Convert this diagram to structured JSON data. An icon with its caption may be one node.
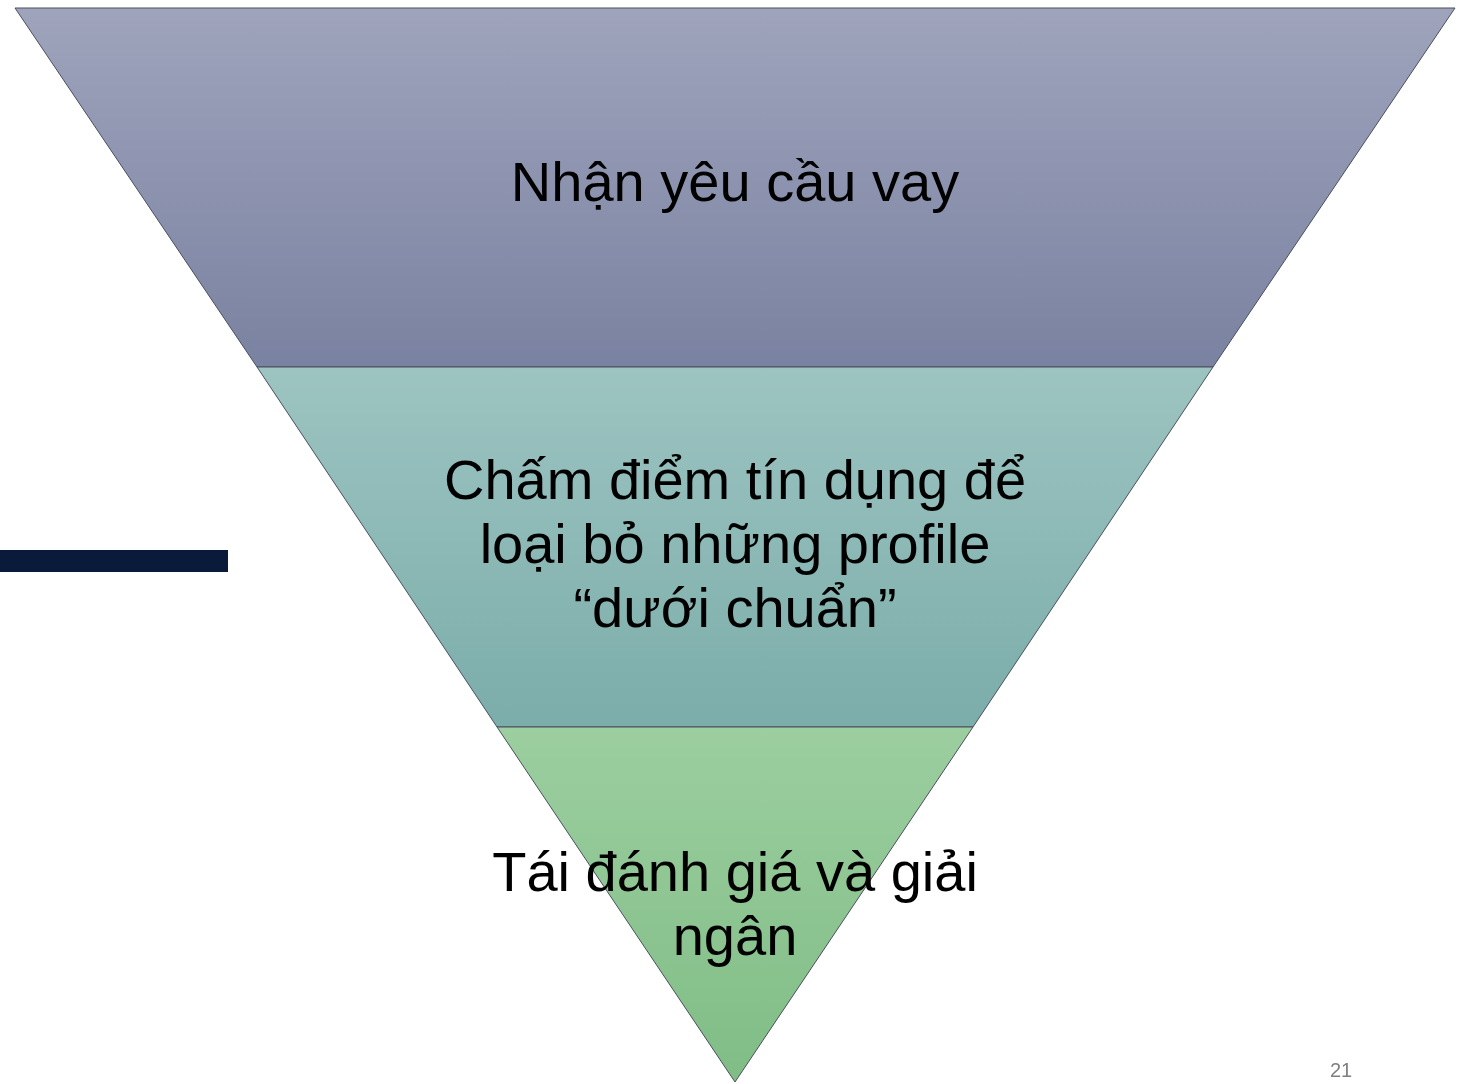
{
  "diagram": {
    "nodes": [
      {
        "text": [
          "Nhận yêu cầu vay"
        ]
      },
      {
        "text": [
          "Chấm điểm tín dụng để loại bỏ những profile “dưới chuẩn”"
        ]
      },
      {
        "text": [
          "Tái đánh giá và giải ngân"
        ]
      }
    ],
    "labels": [
      "21"
    ]
  }
}
